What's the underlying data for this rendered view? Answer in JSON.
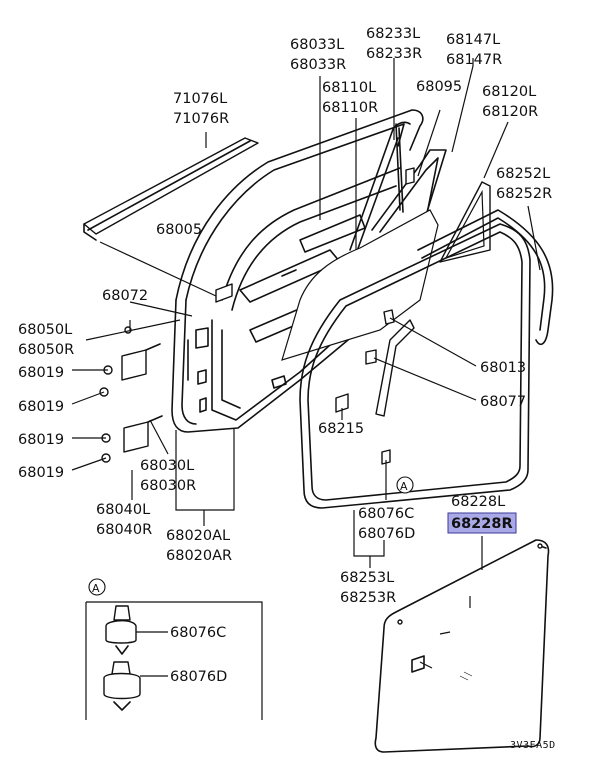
{
  "labels": {
    "p71076": [
      "71076L",
      "71076R"
    ],
    "p68033": [
      "68033L",
      "68033R"
    ],
    "p68233": [
      "68233L",
      "68233R"
    ],
    "p68147": [
      "68147L",
      "68147R"
    ],
    "p68110": [
      "68110L",
      "68110R"
    ],
    "p68095": "68095",
    "p68120": [
      "68120L",
      "68120R"
    ],
    "p68252": [
      "68252L",
      "68252R"
    ],
    "p68005": "68005",
    "p68072": "68072",
    "p68050": [
      "68050L",
      "68050R"
    ],
    "p68019": "68019",
    "p68013": "68013",
    "p68077": "68077",
    "p68215": "68215",
    "p68030": [
      "68030L",
      "68030R"
    ],
    "p68040": [
      "68040L",
      "68040R"
    ],
    "p68020": [
      "68020AL",
      "68020AR"
    ],
    "p68076": [
      "68076C",
      "68076D"
    ],
    "p68228": [
      "68228L",
      "68228R"
    ],
    "p68253": [
      "68253L",
      "68253R"
    ],
    "detail_ref": "A",
    "detail_items": [
      "68076C",
      "68076D"
    ],
    "code": "3V3FA5D"
  },
  "highlight": {
    "part": "68228R",
    "color": "#a9a9e8"
  }
}
